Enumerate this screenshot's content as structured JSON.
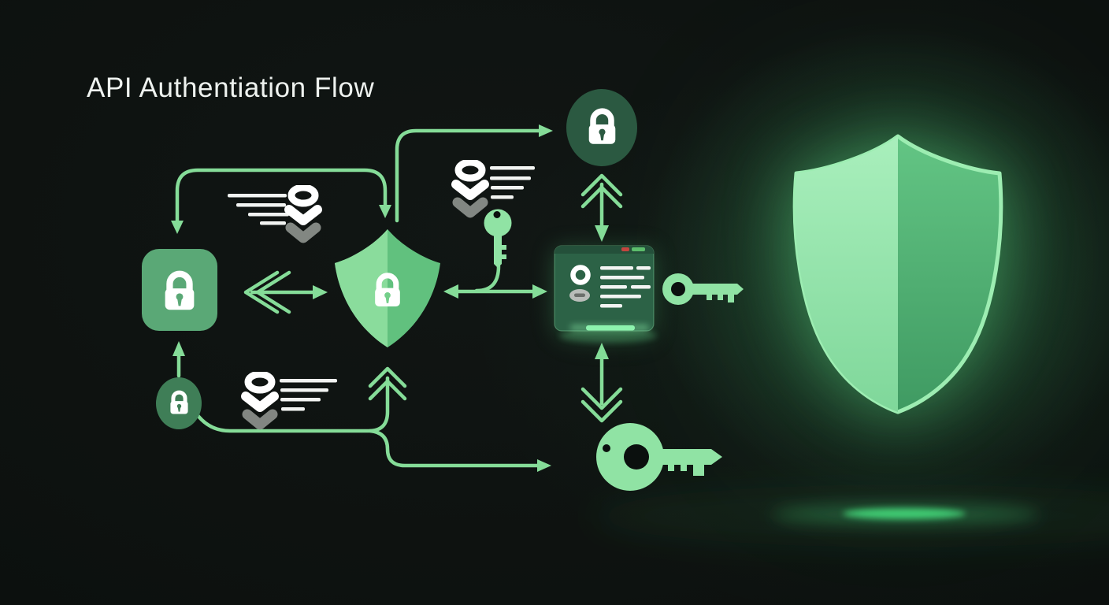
{
  "header": {
    "title": "API Authentiation Flow"
  },
  "colors": {
    "bg": "#0b100e",
    "title_text": "#eef2ef",
    "arrow": "#85dc98",
    "key": "#90e3a4",
    "node_square": "#5aa876",
    "shield_left": "#8adc9c",
    "shield_right": "#61c17e",
    "ellipse_dark": "#2b5941",
    "ellipse_small": "#3f7e57",
    "server": "#2c6246",
    "server_strip": "#24503a",
    "server_red": "#c4453f",
    "server_green": "#5cbd6c",
    "server_bar": "#8df2ae",
    "line_white": "#f2f4f2",
    "line_gray": "#8f948f",
    "big_shield_left_top": "#a9efbc",
    "big_shield_left_bottom": "#7fd79a",
    "big_shield_right_top": "#63c584",
    "big_shield_right_bottom": "#3f9a62",
    "big_shield_stroke": "#9dedb2",
    "glow": "#46e07f"
  },
  "icons": {
    "padlock": "lock-glyph",
    "key": "key-glyph",
    "shield": "shield-glyph",
    "coil_arrow": "spring-download-glyph",
    "text_lines": "text-lines-glyph",
    "server_card": "terminal-card-glyph"
  },
  "diagram": {
    "nodes": [
      {
        "id": "client-lock",
        "type": "lock-square"
      },
      {
        "id": "auth-shield",
        "type": "shield-lock"
      },
      {
        "id": "token-lock",
        "type": "lock-ellipse-dark"
      },
      {
        "id": "session-lock",
        "type": "lock-ellipse-small"
      },
      {
        "id": "api-server",
        "type": "server-card"
      },
      {
        "id": "api-key-side",
        "type": "key-horizontal"
      },
      {
        "id": "api-key-bottom",
        "type": "key-horizontal-large"
      },
      {
        "id": "api-key-drop",
        "type": "key-vertical"
      },
      {
        "id": "security-shield",
        "type": "shield-emblem"
      }
    ]
  }
}
